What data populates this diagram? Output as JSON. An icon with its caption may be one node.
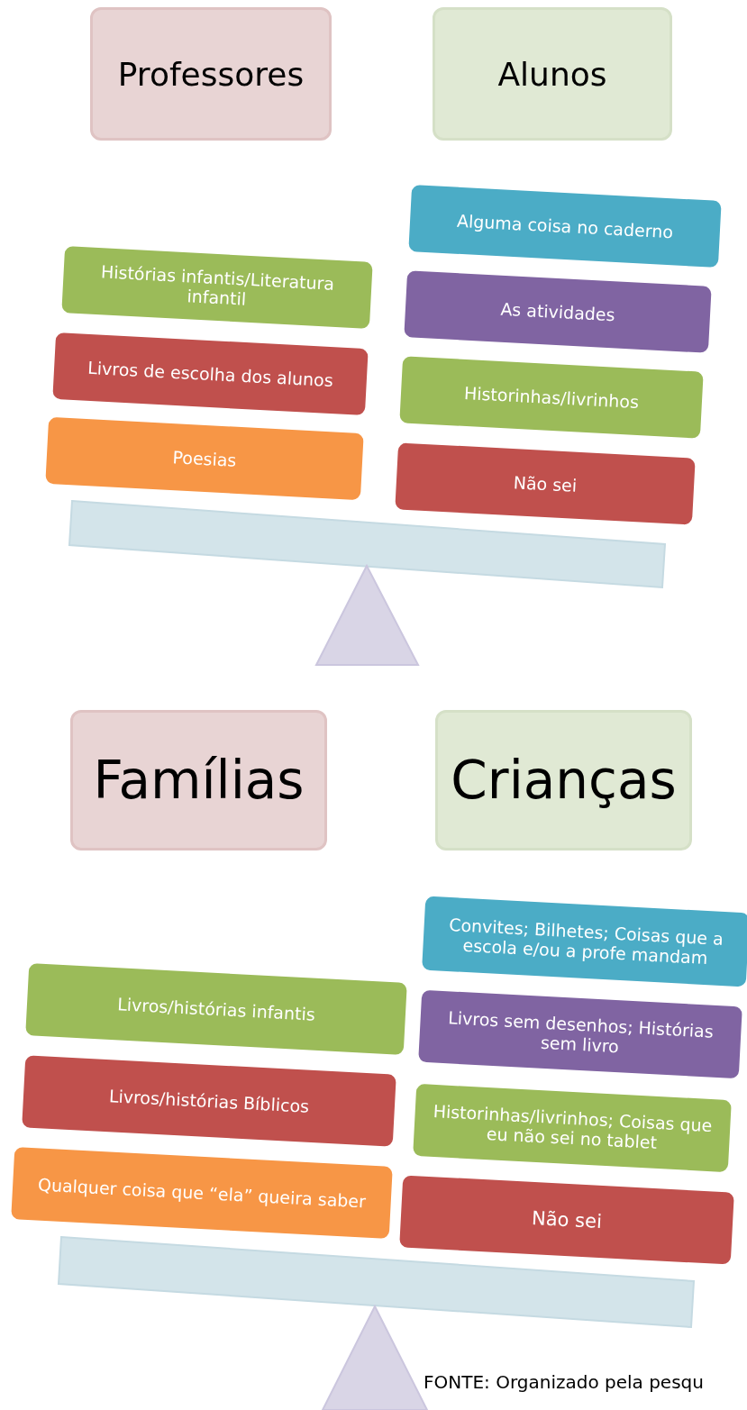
{
  "diagram": {
    "caption": "FONTE: Organizado pela pesqu",
    "nodes": [
      {
        "text": [
          "Professores"
        ]
      },
      {
        "text": [
          "Alunos"
        ]
      },
      {
        "text": [
          "Alguma coisa no caderno"
        ]
      },
      {
        "text": [
          "Histórias infantis/Literatura infantil"
        ]
      },
      {
        "text": [
          "As atividades"
        ]
      },
      {
        "text": [
          "Livros de escolha dos alunos"
        ]
      },
      {
        "text": [
          "Historinhas/livrinhos"
        ]
      },
      {
        "text": [
          "Poesias"
        ]
      },
      {
        "text": [
          "Não sei"
        ]
      },
      {
        "text": [
          "Famílias"
        ]
      },
      {
        "text": [
          "Crianças"
        ]
      },
      {
        "text": [
          "Convites; Bilhetes; Coisas que a escola e/ou a profe mandam"
        ]
      },
      {
        "text": [
          "Livros/histórias infantis"
        ]
      },
      {
        "text": [
          "Livros sem desenhos; Histórias sem livro"
        ]
      },
      {
        "text": [
          "Livros/histórias Bíblicos"
        ]
      },
      {
        "text": [
          "Historinhas/livrinhos; Coisas que eu não sei no tablet"
        ]
      },
      {
        "text": [
          "Qualquer coisa que “ela” queira saber"
        ]
      },
      {
        "text": [
          "Não sei"
        ]
      }
    ]
  }
}
